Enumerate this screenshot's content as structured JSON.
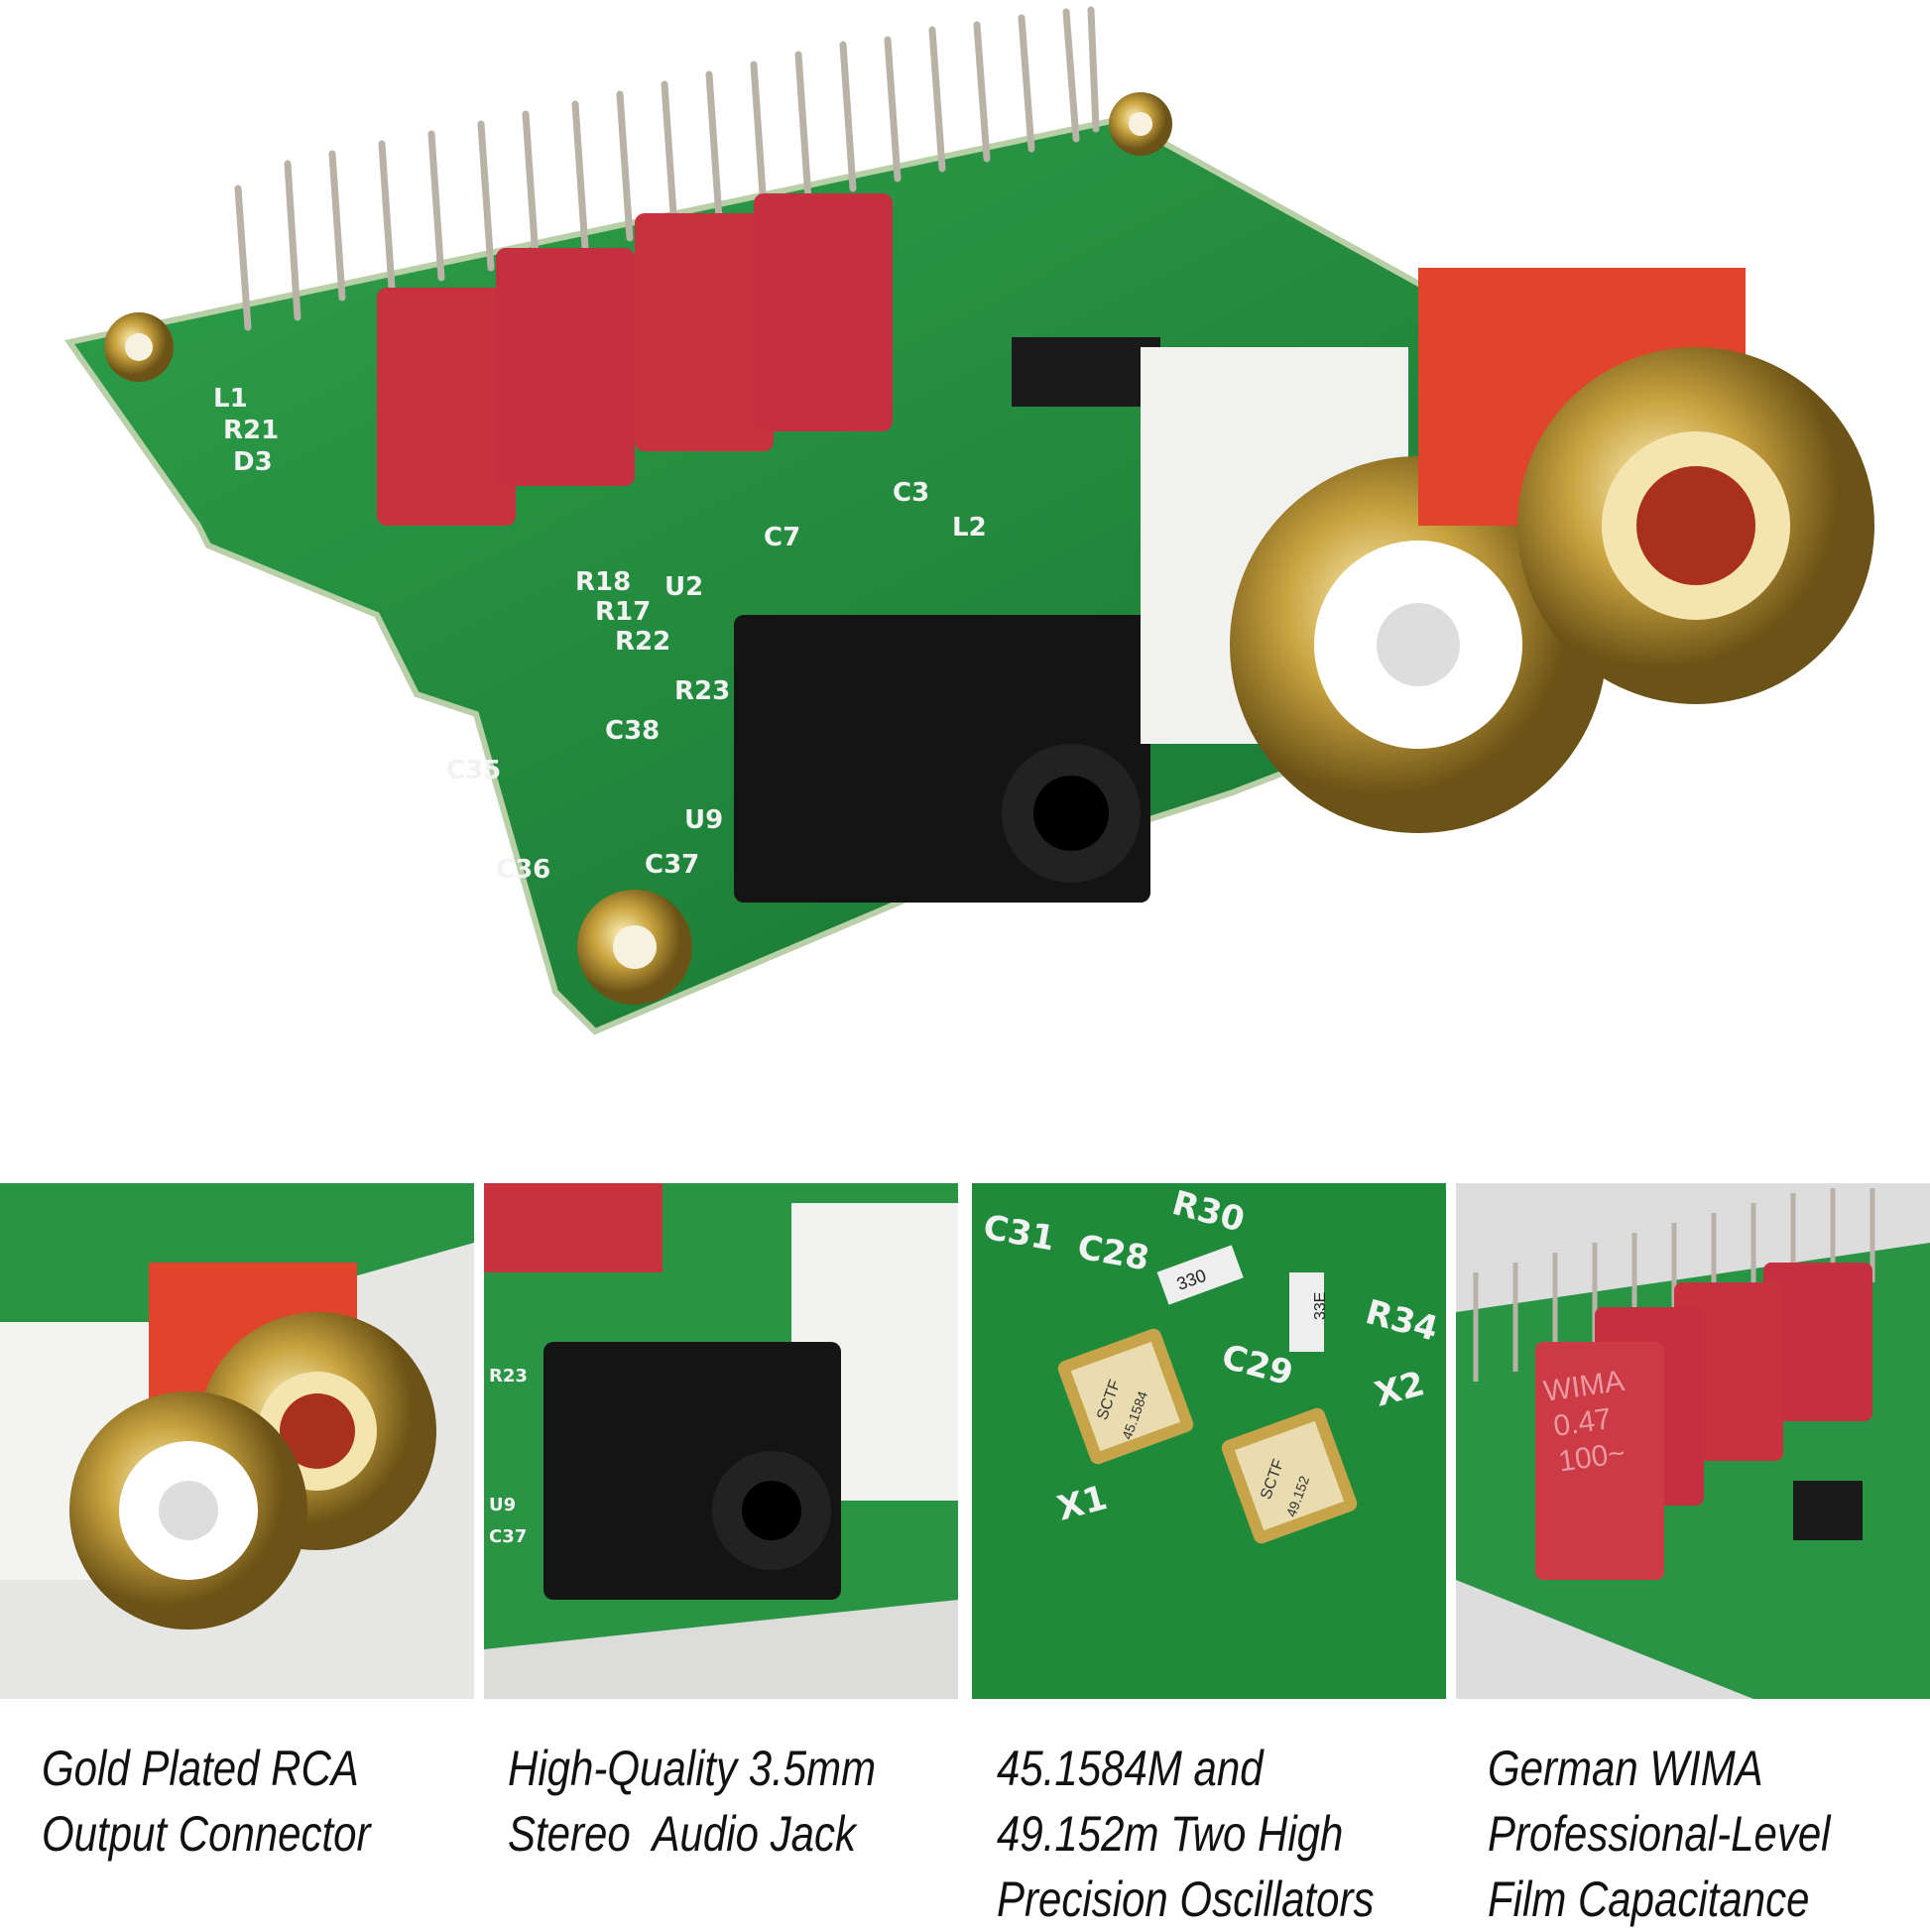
{
  "hero": {
    "board_markings": [
      "R18",
      "R17",
      "R22",
      "R23",
      "U2",
      "C35",
      "C36",
      "C37",
      "U9",
      "C38",
      "C7",
      "C3",
      "L2",
      "L1",
      "R21",
      "D3"
    ]
  },
  "panels": [
    {
      "caption": [
        "Gold Plated RCA",
        "Output Connector"
      ]
    },
    {
      "caption": [
        "High-Quality 3.5mm",
        "Stereo  Audio Jack"
      ],
      "board_markings": [
        "R23",
        "U9",
        "C37"
      ]
    },
    {
      "caption": [
        "45.1584M and",
        "49.152m Two High",
        "Precision Oscillators"
      ],
      "board_markings": [
        "C31",
        "C28",
        "R30",
        "R34",
        "C29",
        "X1",
        "X2",
        "330",
        "33E"
      ],
      "oscillators": [
        {
          "brand": "SCTF",
          "freq": "45.1584"
        },
        {
          "brand": "SCTF",
          "freq": "49.152"
        }
      ]
    },
    {
      "caption": [
        "German WIMA",
        "Professional-Level",
        "Film Capacitance"
      ],
      "capacitor_label": [
        "WIMA",
        "0.47",
        "100~"
      ]
    }
  ],
  "colors": {
    "pcb": "#1f8a3c",
    "capacitor": "#c8323f",
    "rca_red": "#e0442a",
    "gold": "#c9a440"
  }
}
